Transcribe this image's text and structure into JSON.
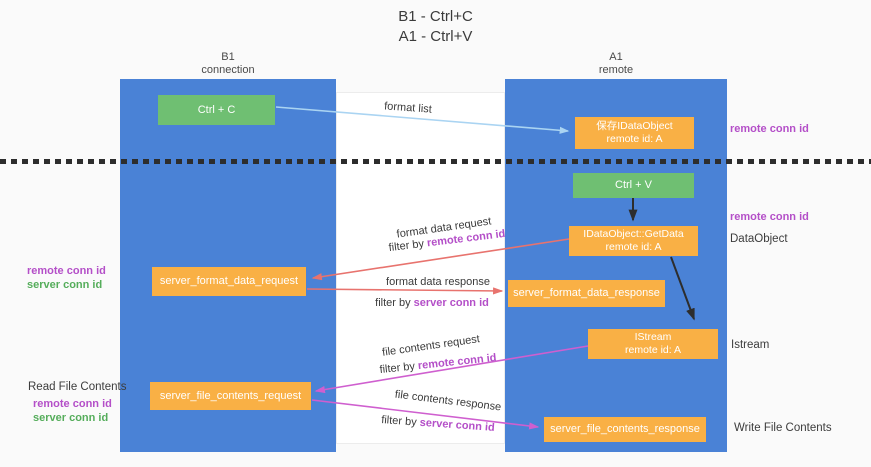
{
  "title": {
    "line1": "B1 - Ctrl+C",
    "line2": "A1 - Ctrl+V"
  },
  "lanes": {
    "left": {
      "title": "B1",
      "subtitle": "connection"
    },
    "right": {
      "title": "A1",
      "subtitle": "remote"
    }
  },
  "nodes": {
    "ctrl_c": {
      "label": "Ctrl + C"
    },
    "ctrl_v": {
      "label": "Ctrl + V"
    },
    "save_dataobject": {
      "line1": "保存IDataObject",
      "line2": "remote id: A"
    },
    "getdata": {
      "line1": "IDataObject::GetData",
      "line2": "remote id: A"
    },
    "istream": {
      "line1": "IStream",
      "line2": "remote id: A"
    },
    "format_request": {
      "label": "server_format_data_request"
    },
    "format_response": {
      "label": "server_format_data_response"
    },
    "file_request": {
      "label": "server_file_contents_request"
    },
    "file_response": {
      "label": "server_file_contents_response"
    }
  },
  "flows": {
    "format_list": {
      "label": "format list"
    },
    "format_data_request": {
      "label": "format data request",
      "filter_prefix": "filter by ",
      "filter_key": "remote conn id"
    },
    "format_data_response": {
      "label": "format data response",
      "filter_prefix": "filter by ",
      "filter_key": "server conn id"
    },
    "file_contents_request": {
      "label": "file contents request",
      "filter_prefix": "filter by ",
      "filter_key": "remote conn id"
    },
    "file_contents_response": {
      "label": "file contents response",
      "filter_prefix": "filter by ",
      "filter_key": "server conn id"
    }
  },
  "annotations": {
    "right_remote_conn_id_top": "remote conn id",
    "right_remote_conn_id_mid": "remote conn id",
    "dataobject": "DataObject",
    "istream": "Istream",
    "write_file_contents": "Write File Contents",
    "left_remote_conn_id": "remote conn id",
    "left_server_conn_id": "server conn id",
    "read_file_contents": "Read File Contents",
    "left_remote_conn_id_bottom": "remote conn id",
    "left_server_conn_id_bottom": "server conn id"
  },
  "colors": {
    "bg": "#fafafa",
    "lane_blue": "#4a82d6",
    "node_orange": "#f9b045",
    "node_green": "#6fbf72",
    "arrow_blue": "#aad4f2",
    "arrow_black": "#2d2d2d",
    "arrow_red": "#e8736e",
    "arrow_magenta": "#cf5fcf",
    "text_purple": "#b44fc8",
    "text_green": "#55ad5b"
  }
}
